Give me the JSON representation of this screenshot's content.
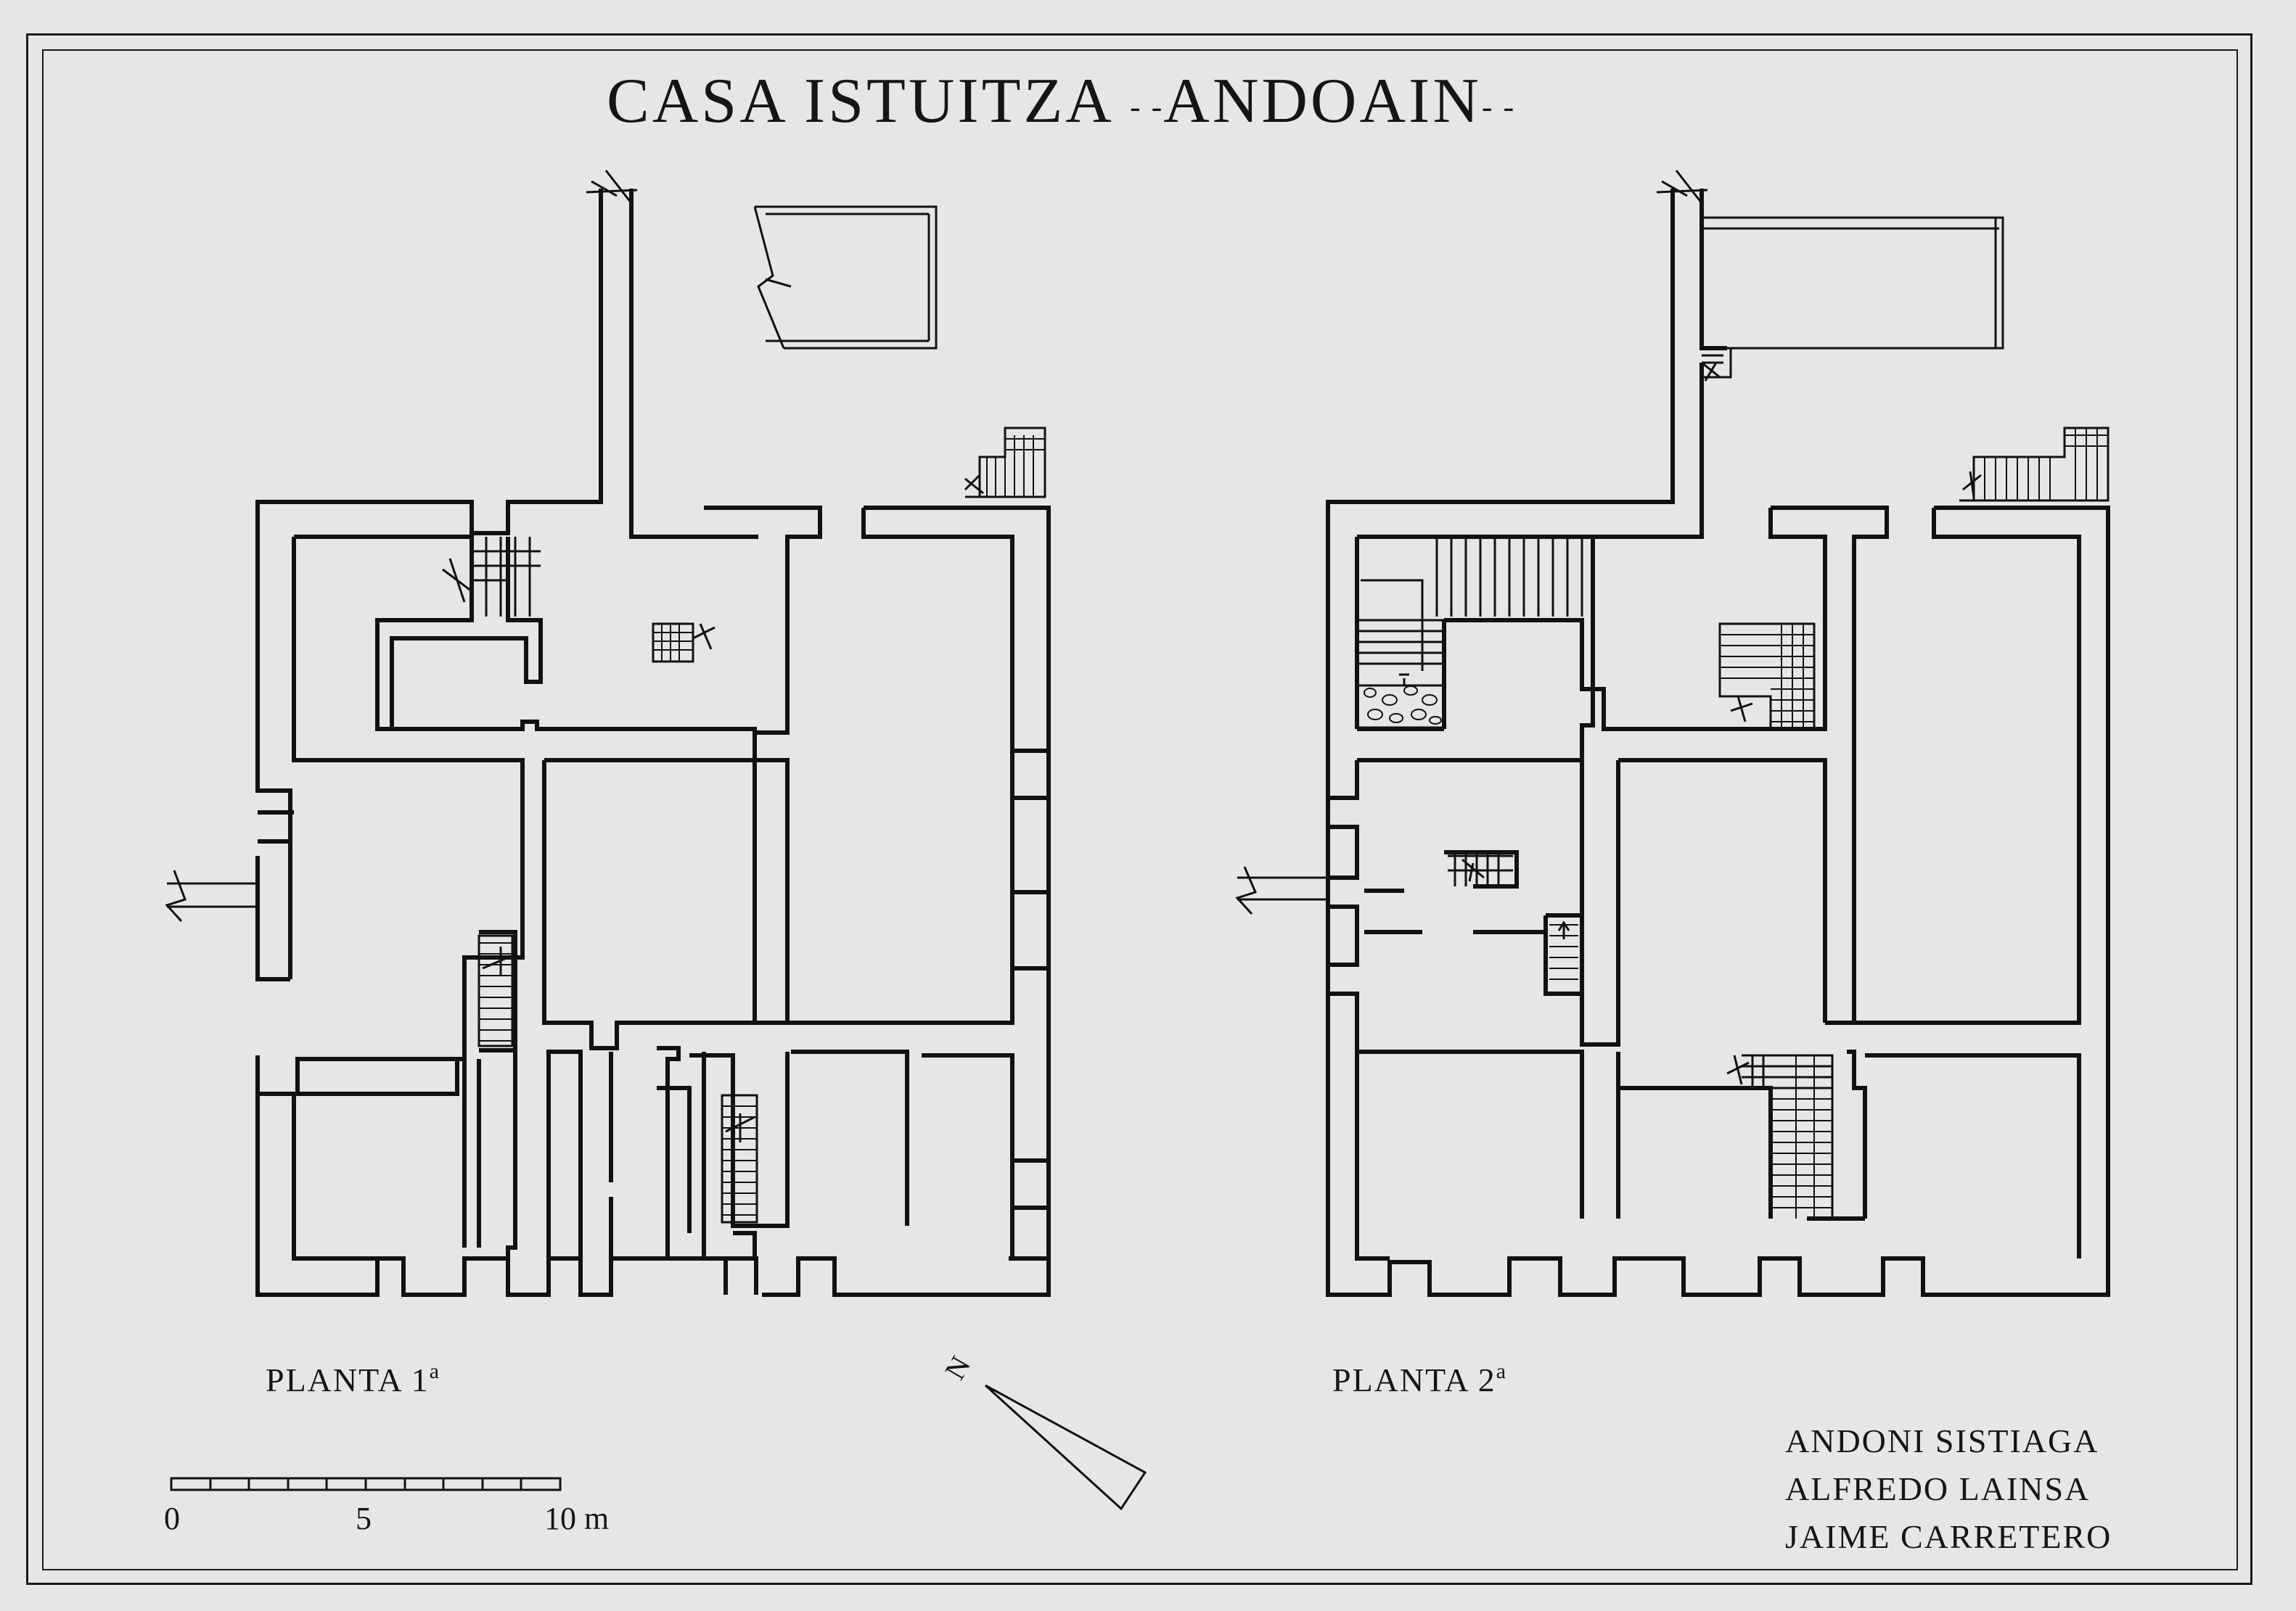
{
  "title": {
    "main": "CASA ISTUITZA",
    "dash_left": "- -",
    "place": "ANDOAIN",
    "dash_right": "- -"
  },
  "plans": [
    {
      "label_text": "PLANTA 1",
      "label_sup": "a"
    },
    {
      "label_text": "PLANTA 2",
      "label_sup": "a"
    }
  ],
  "scale_bar": {
    "ticks": [
      "0",
      "5",
      "10 m"
    ]
  },
  "north_arrow": {
    "letter": "N"
  },
  "authors": [
    "ANDONI SISTIAGA",
    "ALFREDO LAINSA",
    "JAIME CARRETERO"
  ]
}
